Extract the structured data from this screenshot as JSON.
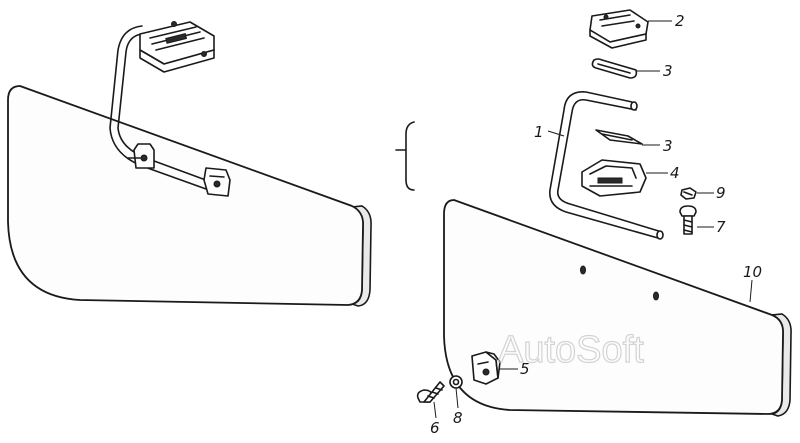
{
  "watermark": "AutoSoft",
  "callouts": [
    {
      "id": "2",
      "label": "2"
    },
    {
      "id": "3a",
      "label": "3"
    },
    {
      "id": "1",
      "label": "1"
    },
    {
      "id": "3b",
      "label": "3"
    },
    {
      "id": "4",
      "label": "4"
    },
    {
      "id": "9",
      "label": "9"
    },
    {
      "id": "7",
      "label": "7"
    },
    {
      "id": "10",
      "label": "10"
    },
    {
      "id": "5",
      "label": "5"
    },
    {
      "id": "6",
      "label": "6"
    },
    {
      "id": "8",
      "label": "8"
    }
  ]
}
